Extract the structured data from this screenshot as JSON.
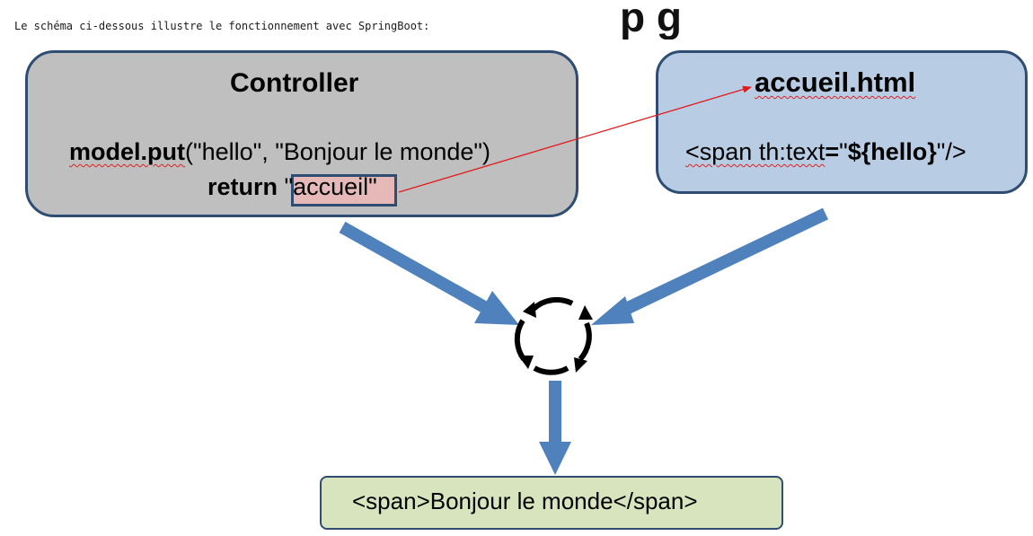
{
  "intro": "Le schéma ci-dessous illustre le fonctionnement avec SpringBoot:",
  "controller": {
    "title": "Controller",
    "line1_call": "model.put",
    "line1_args": "(\"hello\", \"Bonjour le monde\")",
    "line2_keyword": "return",
    "line2_value": "\"accueil\""
  },
  "view": {
    "title": "accueil.html",
    "open": "<span th:text",
    "eq": "=",
    "quote_open": "\"",
    "expr": "${hello}",
    "close": "\"/>"
  },
  "result": {
    "text": "<span>Bonjour le monde</span>"
  },
  "colors": {
    "controller_fill": "#bfbfbf",
    "view_fill": "#b8cce4",
    "result_fill": "#d7e4bd",
    "highlight_fill": "#e6b9b8",
    "border": "#2f4d73",
    "flow_arrow": "#4f81bd",
    "link_arrow": "#e31a1c"
  },
  "icons": {
    "merge": "refresh-cycle-icon"
  }
}
